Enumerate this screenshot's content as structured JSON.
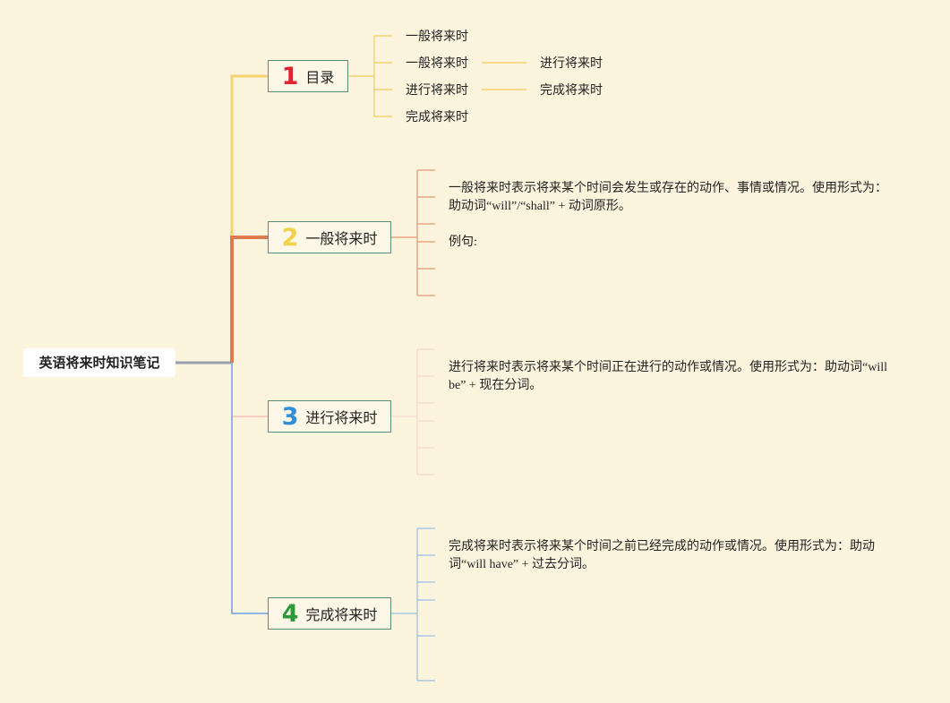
{
  "root": {
    "title": "英语将来时知识笔记"
  },
  "sections": [
    {
      "num": "1",
      "label": "目录",
      "color": "#e32430"
    },
    {
      "num": "2",
      "label": "一般将来时",
      "color": "#f2d24a"
    },
    {
      "num": "3",
      "label": "进行将来时",
      "color": "#2f8fd8"
    },
    {
      "num": "4",
      "label": "完成将来时",
      "color": "#2a9a3a"
    }
  ],
  "toc": {
    "items": [
      "一般将来时",
      "一般将来时",
      "进行将来时",
      "完成将来时"
    ],
    "sub": [
      "进行将来时",
      "完成将来时"
    ]
  },
  "simple_future": {
    "definition": "一般将来时表示将来某个时间会发生或存在的动作、事情或情况。使用形式为：助动词“will”/“shall” + 动词原形。",
    "example_label": "例句:"
  },
  "progressive_future": {
    "definition": "进行将来时表示将来某个时间正在进行的动作或情况。使用形式为：助动词“will be” + 现在分词。"
  },
  "perfect_future": {
    "definition": "完成将来时表示将来某个时间之前已经完成的动作或情况。使用形式为：助动词“will have” + 过去分词。"
  },
  "colors": {
    "background": "#fdf4de",
    "branch1": "#f5d36e",
    "branch2": "#e07a4e",
    "branch3": "#f6cfc0",
    "branch4": "#8fb4e0",
    "node_border": "#5f8a78"
  }
}
